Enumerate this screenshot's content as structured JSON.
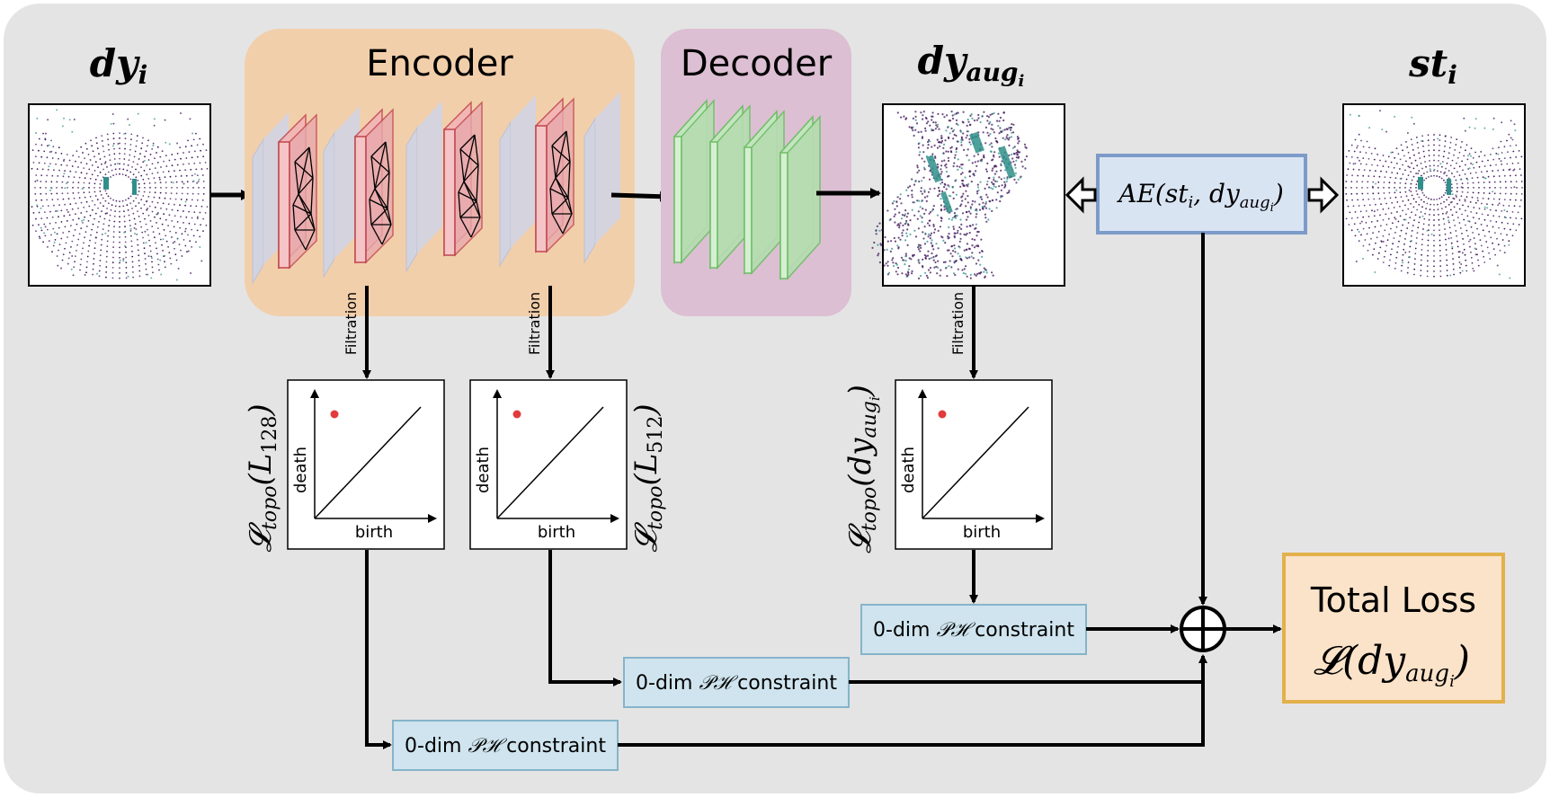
{
  "labels": {
    "input_var": "dy",
    "input_sub": "i",
    "aug_var": "dy",
    "aug_sub": "aug",
    "aug_subsub": "i",
    "static_var": "st",
    "static_sub": "i"
  },
  "encoder": {
    "title": "Encoder"
  },
  "decoder": {
    "title": "Decoder"
  },
  "ae_box": {
    "prefix": "AE(",
    "arg1": "st",
    "arg1_sub": "i",
    "sep": ", ",
    "arg2": "dy",
    "arg2_sub": "aug",
    "arg2_subsub": "i",
    "suffix": ")"
  },
  "filtration_label": "Filtration",
  "diagrams": [
    {
      "id": "l128",
      "loss_symbol": "𝓛",
      "loss_sub": "topo",
      "loss_arg": "(L",
      "loss_arg_sub": "128",
      "loss_close": ")",
      "xlabel": "birth",
      "ylabel": "death"
    },
    {
      "id": "l512",
      "loss_symbol": "𝓛",
      "loss_sub": "topo",
      "loss_arg": "(L",
      "loss_arg_sub": "512",
      "loss_close": ")",
      "xlabel": "birth",
      "ylabel": "death"
    },
    {
      "id": "dyaug",
      "loss_symbol": "𝓛",
      "loss_sub": "topo",
      "loss_arg": "(dy",
      "loss_arg_sub": "aug",
      "loss_arg_subsub": "i",
      "loss_close": ")",
      "xlabel": "birth",
      "ylabel": "death"
    }
  ],
  "constraints": [
    {
      "prefix": "0-dim ",
      "ph": "𝒫ℋ",
      "suffix": " constraint"
    },
    {
      "prefix": "0-dim ",
      "ph": "𝒫ℋ",
      "suffix": " constraint"
    },
    {
      "prefix": "0-dim ",
      "ph": "𝒫ℋ",
      "suffix": " constraint"
    }
  ],
  "total_loss": {
    "title": "Total Loss",
    "symbol": "𝓛(dy",
    "sub": "aug",
    "subsub": "i",
    "close": ")"
  },
  "colors": {
    "background": "#e4e4e4",
    "encoder_bg": "#f2cfab",
    "decoder_bg": "#dcbfd3",
    "conv_red": "#f2b3b6",
    "conv_red_stroke": "#c0444c",
    "layer_gray": "#cfd4e6",
    "decoder_green": "#c4e4c0",
    "decoder_green_stroke": "#6cbf64",
    "ae_box_fill": "#d9e4f3",
    "ae_box_stroke": "#7d9bc8",
    "constraint_fill": "#cfe4ee",
    "constraint_stroke": "#86b4ca",
    "total_loss_fill": "#fbe3c9",
    "total_loss_stroke": "#e2b14c",
    "persistence_point": "#e23b3b",
    "scan_purple": "#3a0f56",
    "scan_teal": "#2f8f8a"
  }
}
